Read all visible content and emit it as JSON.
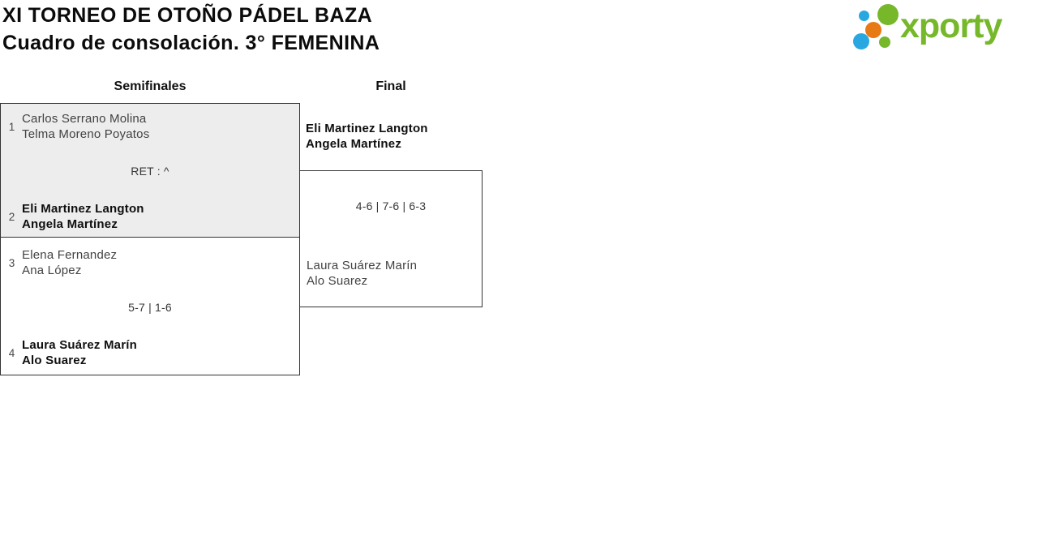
{
  "header": {
    "title": "XI TORNEO DE OTOÑO PÁDEL BAZA",
    "subtitle": "Cuadro de consolación. 3° FEMENINA"
  },
  "logo": {
    "text": "xporty",
    "colors": {
      "green": "#76b82a",
      "blue": "#29a7e1",
      "orange": "#e87a16"
    }
  },
  "bracket": {
    "rounds": [
      "Semifinales",
      "Final"
    ],
    "highlight_bg": "#ededed",
    "semifinals": [
      {
        "team1": {
          "seed": "1",
          "players": [
            "Carlos Serrano Molina",
            "Telma Moreno Poyatos"
          ]
        },
        "score": "RET : ^",
        "team2": {
          "seed": "2",
          "players": [
            "Eli Martinez Langton",
            "Angela Martínez"
          ]
        }
      },
      {
        "team1": {
          "seed": "3",
          "players": [
            "Elena Fernandez",
            "Ana López"
          ]
        },
        "score": "5-7 | 1-6",
        "team2": {
          "seed": "4",
          "players": [
            "Laura Suárez Marín",
            "Alo Suarez"
          ]
        }
      }
    ],
    "final": {
      "team1": {
        "players": [
          "Eli Martinez Langton",
          "Angela Martínez"
        ]
      },
      "score": "4-6 | 7-6 | 6-3",
      "team2": {
        "players": [
          "Laura Suárez Marín",
          "Alo Suarez"
        ]
      }
    }
  }
}
